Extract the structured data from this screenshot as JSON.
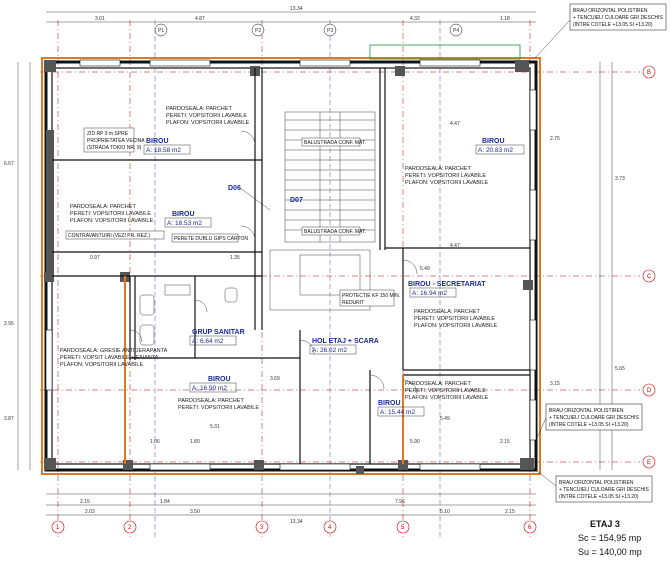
{
  "title": {
    "name": "ETAJ 3",
    "sc": "Sc = 154,95 mp",
    "su": "Su = 140,00 mp"
  },
  "rooms": [
    {
      "id": "birou-nw",
      "name": "BIROU",
      "area": "A: 18.58 m2"
    },
    {
      "id": "birou-w",
      "name": "BIROU",
      "area": "A: 18.53 m2"
    },
    {
      "id": "birou-ne",
      "name": "BIROU",
      "area": "A: 20.83 m2"
    },
    {
      "id": "secretariat",
      "name": "BIROU - SECRETARIAT",
      "area": "A: 16.94 m2"
    },
    {
      "id": "grup-sanitar",
      "name": "GRUP SANITAR",
      "area": "A: 6.64 m2"
    },
    {
      "id": "holetaj",
      "name": "HOL ETAJ + SCARA",
      "area": "A: 26.02 m2"
    },
    {
      "id": "birou-sw",
      "name": "BIROU",
      "area": "A: 16.90 m2"
    },
    {
      "id": "birou-se",
      "name": "BIROU",
      "area": "A: 15.44 m2"
    }
  ],
  "finishes": {
    "parchet": [
      "PARDOSEALA: PARCHET",
      "PERETI: VOPSITORII LAVABILE",
      "PLAFON: VOPSITORII LAVABILE"
    ],
    "gresie": [
      "PARDOSEALA: GRESIE ANTIDERAPANTA",
      "PERETI: VOPSIT LAVABILE + FAIANTA",
      "PLAFON: VOPSITORII LAVABILE"
    ]
  },
  "notes": {
    "zid": [
      "ZID RP 3 m SPRE",
      "PROPRIETATEA VECINA",
      "(STRADA TOKIO NR. 9)"
    ],
    "contravantuiri": "CONTRAVANTUIRI (VEZI PR. REZ.)",
    "perete": "PERETE DUBLU GIPS CARTON",
    "balustrada1": "BALUSTRADA CONF. MAT.",
    "balustrada2": "BALUSTRADA CONF. MAT.",
    "protectie": [
      "PROTECTIE KF 150 MIN.",
      "REDURIT"
    ],
    "d06": "D06",
    "d07": "D07",
    "brau_top": [
      "BRAU ORIZONTAL POLISTIREN",
      "+ TENCUIELI CULOARE GRI DESCHIS",
      "(INTRE COTELE +13.05 SI +13.20)"
    ],
    "brau_right": [
      "BRAU ORIZONTAL POLISTIREN",
      "+ TENCUIELI CULOARE GRI DESCHIS",
      "(INTRE COTELE +13.05 SI +13.20)"
    ],
    "brau_bottom": [
      "BRAU ORIZONTAL POLISTIREN",
      "+ TENCUIELI CULOARE GRI DESCHIS",
      "(INTRE COTELE +13.05 SI +13.20)"
    ]
  },
  "axes": {
    "top": [
      "P1",
      "P2",
      "P3",
      "P4"
    ],
    "bottom": [
      "1",
      "2",
      "3",
      "4",
      "5",
      "6"
    ],
    "right": [
      "B",
      "C",
      "D",
      "E"
    ]
  },
  "dims": {
    "top_total": "13.34",
    "top_a": "3.01",
    "top_b": "4.87",
    "top_c": "4.32",
    "top_d": "1.18",
    "bottom_total": "13.34",
    "bottom_a": "2.03",
    "bottom_b": "3.50",
    "bottom_c": "5.10",
    "bottom_d": "2.15",
    "bottom2_a": "2.15",
    "bottom2_b": "1.84",
    "bottom2_c": "7.96",
    "left_a": "6.67",
    "left_b": "2.95",
    "left_c": "3.87",
    "right_a": "3.73",
    "right_b": "5.65",
    "right_c": "2.75",
    "right_d": "3.15",
    "in_1": "4.47",
    "in_2": "4.47",
    "in_3": "5.49",
    "in_4": "5.31",
    "in_5": "1.06",
    "in_6": "1.80",
    "in_7": "5.90",
    "in_8": "2.15",
    "in_9": "0.97",
    "in_10": "1.35",
    "in_11": "5.49",
    "in_12": "3.69"
  }
}
